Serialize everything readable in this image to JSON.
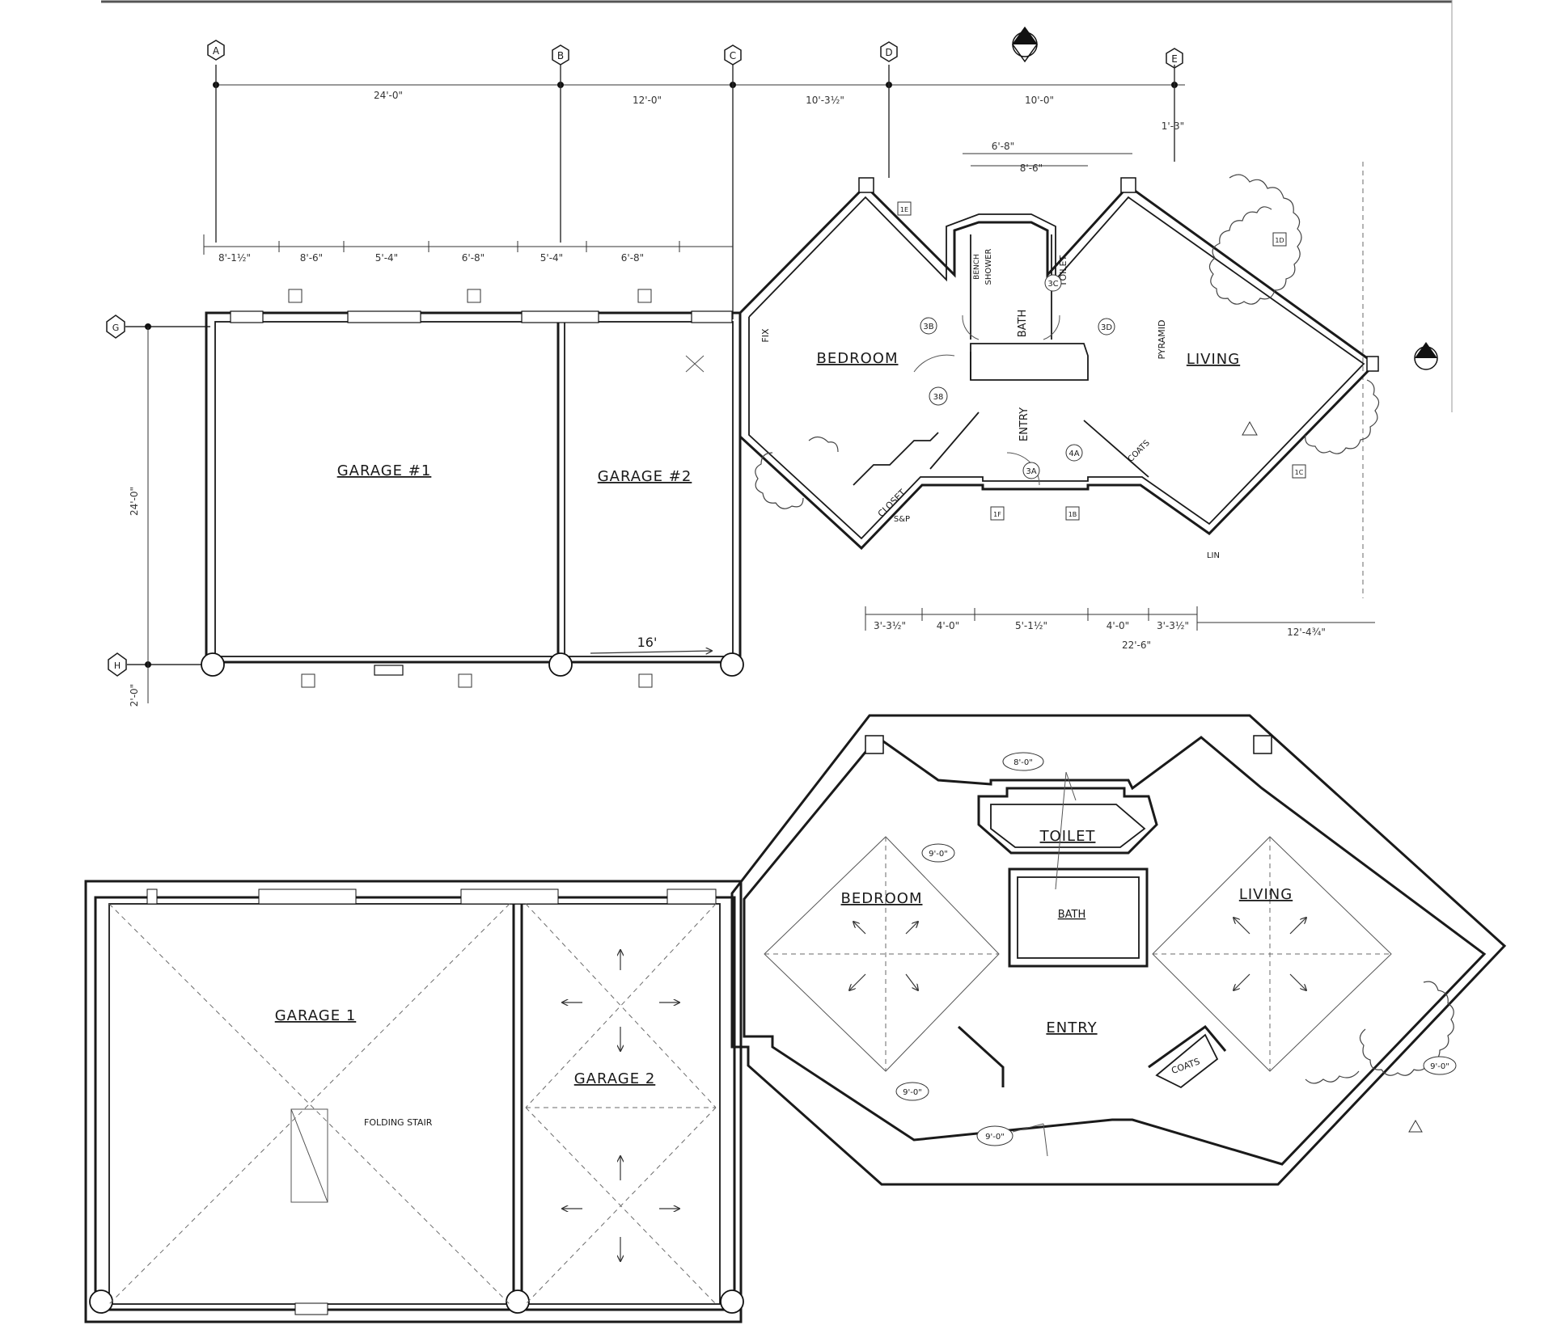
{
  "plan": {
    "grid_lines": [
      "A",
      "B",
      "C",
      "D",
      "E"
    ],
    "row_lines": [
      "G",
      "H"
    ],
    "top_dimensions": [
      "24'-0\"",
      "12'-0\"",
      "10'-3½\"",
      "10'-0\""
    ],
    "garage_dimensions": [
      "8'-1½\"",
      "8'-6\"",
      "5'-4\"",
      "6'-8\"",
      "5'-4\"",
      "6'-8\""
    ],
    "right_dimensions": [
      "6'-8\"",
      "1'-3\"",
      "8'-6\""
    ],
    "bottom_dimensions": [
      "3'-3½\"",
      "4'-0\"",
      "5'-1½\"",
      "4'-0\"",
      "3'-3½\"",
      "22'-6\"",
      "12'-4¾\""
    ],
    "side_dimension": "24'-0\"",
    "side_dimension_2": "2'-0\"",
    "garage_span": "16'",
    "rooms": {
      "garage1": "GARAGE #1",
      "garage2": "GARAGE #2",
      "bedroom": "BEDROOM",
      "living": "LIVING",
      "bath": "BATH",
      "entry": "ENTRY",
      "closet": "CLOSET",
      "toilet": "TOILET",
      "shower": "SHOWER",
      "bench": "BENCH",
      "coats": "COATS"
    },
    "notes": {
      "pyramid": "PYRAMID",
      "fix": "FIX",
      "sp": "S&P",
      "lin": "LIN"
    },
    "door_tags": [
      "38",
      "3B",
      "3A",
      "3D",
      "3C",
      "4A"
    ],
    "window_tags": [
      "1E",
      "1F",
      "1B",
      "1C",
      "1D"
    ]
  },
  "ceiling": {
    "rooms": {
      "garage1": "GARAGE 1",
      "garage2": "GARAGE 2",
      "bedroom": "BEDROOM",
      "living": "LIVING",
      "toilet": "TOILET",
      "bath": "BATH",
      "entry": "ENTRY",
      "coats": "COATS"
    },
    "folding_stair": "FOLDING STAIR",
    "heights": [
      "8'-0\"",
      "9'-0\"",
      "9'-0\"",
      "9'-0\"",
      "9'-0\""
    ]
  }
}
